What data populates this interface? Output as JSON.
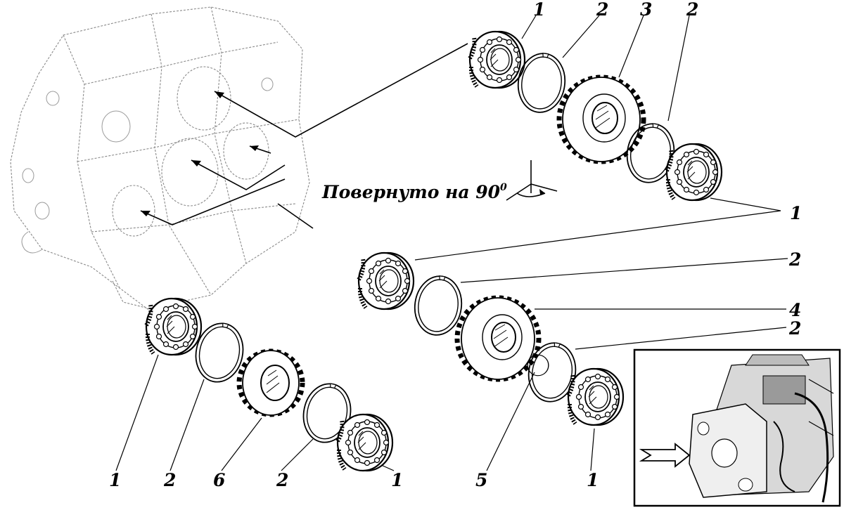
{
  "caption": {
    "text": "Повернуто на 90",
    "superscript": "0"
  },
  "callouts": [
    {
      "id": "c-top-1",
      "text": "1"
    },
    {
      "id": "c-top-2a",
      "text": "2"
    },
    {
      "id": "c-top-3",
      "text": "3"
    },
    {
      "id": "c-top-2b",
      "text": "2"
    },
    {
      "id": "c-right-1",
      "text": "1"
    },
    {
      "id": "c-right-2a",
      "text": "2"
    },
    {
      "id": "c-right-4",
      "text": "4"
    },
    {
      "id": "c-right-2b",
      "text": "2"
    },
    {
      "id": "c-bot-1a",
      "text": "1"
    },
    {
      "id": "c-bot-2a",
      "text": "2"
    },
    {
      "id": "c-bot-6",
      "text": "6"
    },
    {
      "id": "c-bot-2b",
      "text": "2"
    },
    {
      "id": "c-bot-1b",
      "text": "1"
    },
    {
      "id": "c-bot-5",
      "text": "5"
    },
    {
      "id": "c-bot-1c",
      "text": "1"
    }
  ],
  "icons": [
    "gearbox-housing-icon",
    "bearing-icon",
    "snap-ring-icon",
    "gear-icon",
    "rotation-symbol-icon",
    "tractor-engine-inset-icon",
    "arrow-icon"
  ]
}
